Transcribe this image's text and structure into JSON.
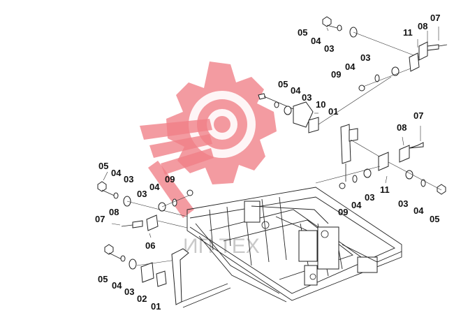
{
  "diagram": {
    "labels": [
      {
        "id": "l01",
        "text": "05"
      },
      {
        "id": "l02",
        "text": "04"
      },
      {
        "id": "l03",
        "text": "03"
      },
      {
        "id": "l04",
        "text": "11"
      },
      {
        "id": "l05",
        "text": "08"
      },
      {
        "id": "l06",
        "text": "07"
      },
      {
        "id": "l07",
        "text": "03"
      },
      {
        "id": "l08",
        "text": "04"
      },
      {
        "id": "l09",
        "text": "09"
      },
      {
        "id": "l10",
        "text": "05"
      },
      {
        "id": "l11",
        "text": "04"
      },
      {
        "id": "l12",
        "text": "03"
      },
      {
        "id": "l13",
        "text": "10"
      },
      {
        "id": "l14",
        "text": "01"
      },
      {
        "id": "l15",
        "text": "07"
      },
      {
        "id": "l16",
        "text": "08"
      },
      {
        "id": "l17",
        "text": "09"
      },
      {
        "id": "l18",
        "text": "04"
      },
      {
        "id": "l19",
        "text": "03"
      },
      {
        "id": "l20",
        "text": "11"
      },
      {
        "id": "l21",
        "text": "03"
      },
      {
        "id": "l22",
        "text": "04"
      },
      {
        "id": "l23",
        "text": "05"
      },
      {
        "id": "l24",
        "text": "05"
      },
      {
        "id": "l25",
        "text": "04"
      },
      {
        "id": "l26",
        "text": "03"
      },
      {
        "id": "l27",
        "text": "09"
      },
      {
        "id": "l28",
        "text": "03"
      },
      {
        "id": "l29",
        "text": "04"
      },
      {
        "id": "l30",
        "text": "07"
      },
      {
        "id": "l31",
        "text": "08"
      },
      {
        "id": "l32",
        "text": "06"
      },
      {
        "id": "l33",
        "text": "05"
      },
      {
        "id": "l34",
        "text": "04"
      },
      {
        "id": "l35",
        "text": "03"
      },
      {
        "id": "l36",
        "text": "02"
      },
      {
        "id": "l37",
        "text": "01"
      }
    ],
    "watermark_text": "ИП ТЕХ",
    "colors": {
      "watermark": "#f07f86",
      "line": "#222222"
    }
  }
}
